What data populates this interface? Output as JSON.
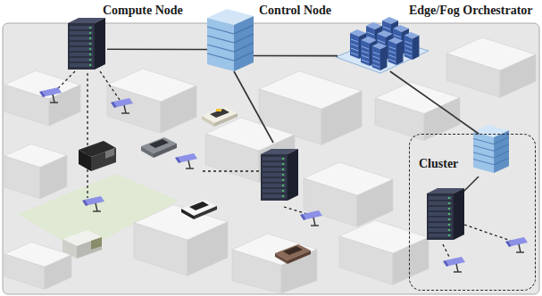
{
  "diagram": {
    "nodes": [
      {
        "text": [
          "Compute Node"
        ]
      },
      {
        "text": [
          "Control Node"
        ]
      },
      {
        "text": [
          "Edge/Fog Orchestrator"
        ]
      },
      {
        "text": [
          "Cluster"
        ]
      }
    ],
    "edges": [
      {
        "from": 0,
        "to": 1,
        "arrow": "none"
      },
      {
        "from": 1,
        "to": 2,
        "arrow": "none"
      },
      {
        "from": 2,
        "to": 3,
        "arrow": "none"
      }
    ]
  }
}
